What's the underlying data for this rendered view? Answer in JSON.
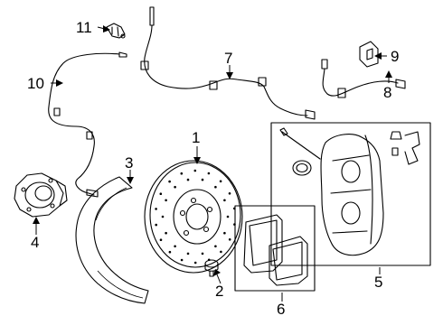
{
  "diagram": {
    "callouts": [
      {
        "id": "1",
        "label": "1"
      },
      {
        "id": "2",
        "label": "2"
      },
      {
        "id": "3",
        "label": "3"
      },
      {
        "id": "4",
        "label": "4"
      },
      {
        "id": "5",
        "label": "5"
      },
      {
        "id": "6",
        "label": "6"
      },
      {
        "id": "7",
        "label": "7"
      },
      {
        "id": "8",
        "label": "8"
      },
      {
        "id": "9",
        "label": "9"
      },
      {
        "id": "10",
        "label": "10"
      },
      {
        "id": "11",
        "label": "11"
      }
    ],
    "parts": [
      {
        "callout": "1",
        "icon": "brake-rotor-icon"
      },
      {
        "callout": "2",
        "icon": "rotor-screw-icon"
      },
      {
        "callout": "3",
        "icon": "dust-shield-icon"
      },
      {
        "callout": "4",
        "icon": "hub-bearing-icon"
      },
      {
        "callout": "5",
        "icon": "brake-caliper-icon"
      },
      {
        "callout": "6",
        "icon": "brake-pads-icon"
      },
      {
        "callout": "7",
        "icon": "front-abs-sensor-icon"
      },
      {
        "callout": "8",
        "icon": "pad-wear-sensor-icon"
      },
      {
        "callout": "9",
        "icon": "sensor-bracket-icon"
      },
      {
        "callout": "10",
        "icon": "abs-wiring-harness-icon"
      },
      {
        "callout": "11",
        "icon": "harness-clip-icon"
      }
    ]
  }
}
